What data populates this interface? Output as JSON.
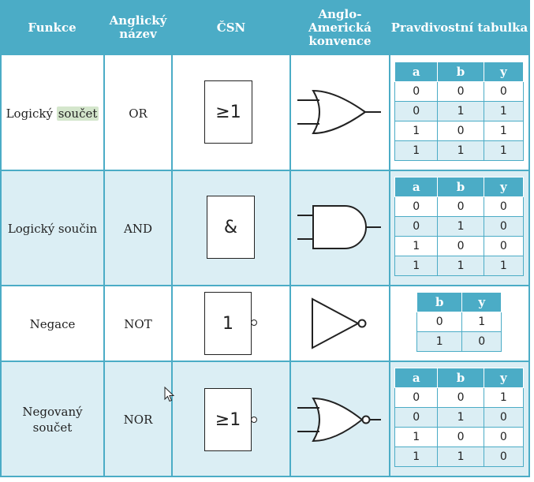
{
  "header": {
    "funkce": "Funkce",
    "anglicky": "Anglický název",
    "csn": "ČSN",
    "anglo_line1": "Anglo-",
    "anglo_line2": "Americká",
    "anglo_line3": "konvence",
    "pravdivostni": "Pravdivostní tabulka"
  },
  "rows": [
    {
      "funkce_pre": "Logický ",
      "funkce_highlight": "součet",
      "anglicky": "OR",
      "csn_symbol": "≥1",
      "gate": "or-gate-icon",
      "tt_headers": [
        "a",
        "b",
        "y"
      ],
      "tt_rows": [
        [
          "0",
          "0",
          "0"
        ],
        [
          "0",
          "1",
          "1"
        ],
        [
          "1",
          "0",
          "1"
        ],
        [
          "1",
          "1",
          "1"
        ]
      ]
    },
    {
      "funkce": "Logický součin",
      "anglicky": "AND",
      "csn_symbol": "&",
      "gate": "and-gate-icon",
      "tt_headers": [
        "a",
        "b",
        "y"
      ],
      "tt_rows": [
        [
          "0",
          "0",
          "0"
        ],
        [
          "0",
          "1",
          "0"
        ],
        [
          "1",
          "0",
          "0"
        ],
        [
          "1",
          "1",
          "1"
        ]
      ]
    },
    {
      "funkce": "Negace",
      "anglicky": "NOT",
      "csn_symbol": "1",
      "gate": "not-gate-icon",
      "tt_headers": [
        "b",
        "y"
      ],
      "tt_rows": [
        [
          "0",
          "1"
        ],
        [
          "1",
          "0"
        ]
      ]
    },
    {
      "funkce_line1": "Negovaný",
      "funkce_line2": "součet",
      "anglicky": "NOR",
      "csn_symbol": "≥1",
      "gate": "nor-gate-icon",
      "tt_headers": [
        "a",
        "b",
        "y"
      ],
      "tt_rows": [
        [
          "0",
          "0",
          "1"
        ],
        [
          "0",
          "1",
          "0"
        ],
        [
          "1",
          "0",
          "0"
        ],
        [
          "1",
          "1",
          "0"
        ]
      ]
    }
  ],
  "colors": {
    "header_bg": "#4bacc6",
    "row_alt_bg": "#dbeef4",
    "highlight": "#d4e6cc"
  },
  "cursor": "arrow-cursor-icon"
}
